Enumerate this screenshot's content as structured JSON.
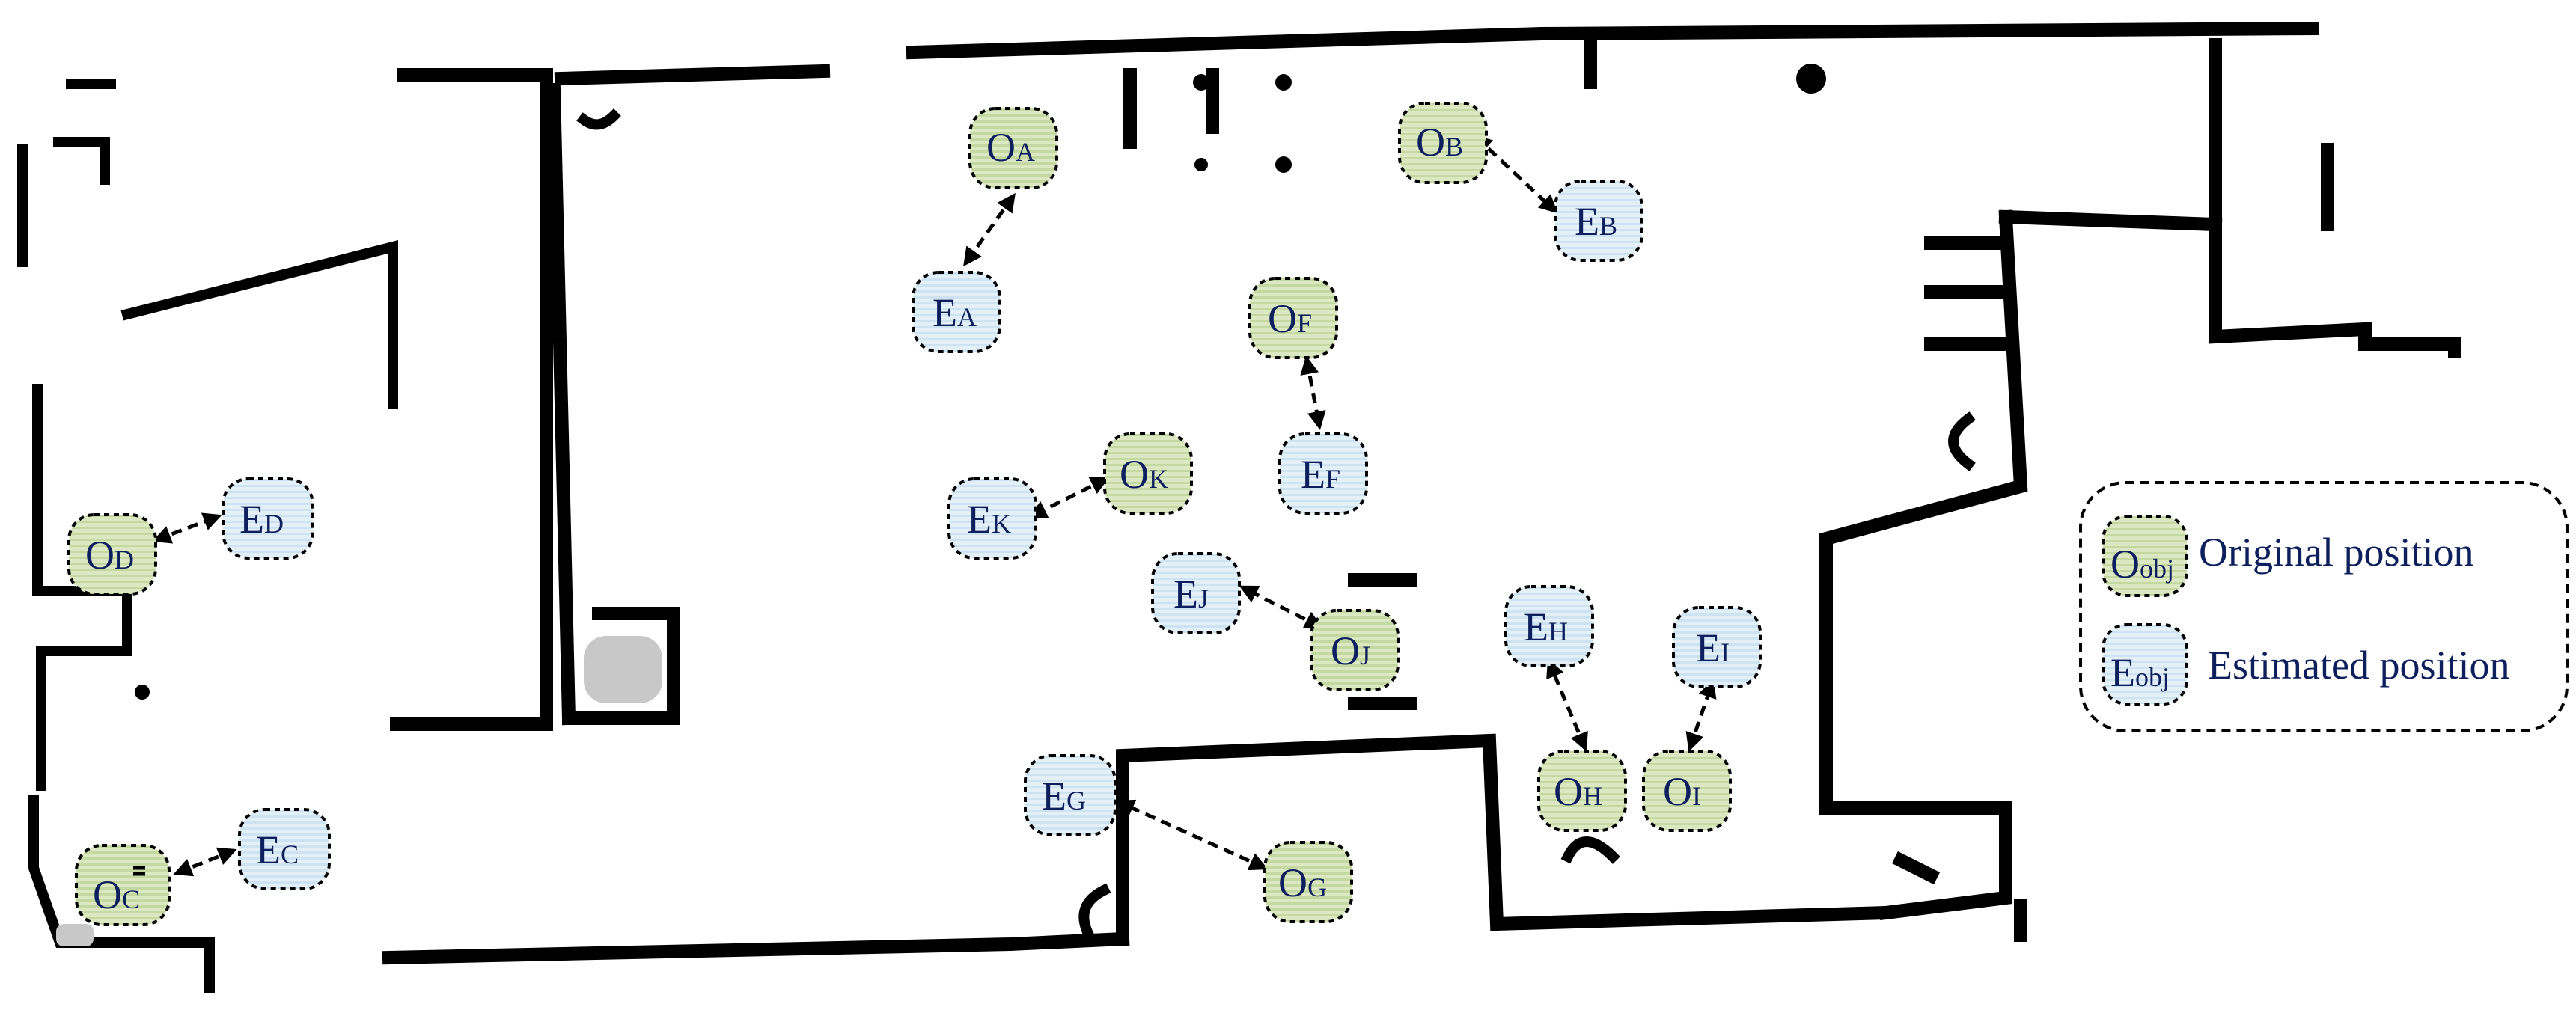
{
  "colors": {
    "original_fill": "#dbe8c2",
    "estimated_fill": "#dcebf5",
    "label_text": "#0d1f5c",
    "wall": "#000000"
  },
  "nodes": [
    {
      "id": "OA",
      "kind": "original",
      "main": "O",
      "sub": "A"
    },
    {
      "id": "EA",
      "kind": "estimated",
      "main": "E",
      "sub": "A"
    },
    {
      "id": "OB",
      "kind": "original",
      "main": "O",
      "sub": "B"
    },
    {
      "id": "EB",
      "kind": "estimated",
      "main": "E",
      "sub": "B"
    },
    {
      "id": "OC",
      "kind": "original",
      "main": "O",
      "sub": "C"
    },
    {
      "id": "EC",
      "kind": "estimated",
      "main": "E",
      "sub": "C"
    },
    {
      "id": "OD",
      "kind": "original",
      "main": "O",
      "sub": "D"
    },
    {
      "id": "ED",
      "kind": "estimated",
      "main": "E",
      "sub": "D"
    },
    {
      "id": "OF",
      "kind": "original",
      "main": "O",
      "sub": "F"
    },
    {
      "id": "EF",
      "kind": "estimated",
      "main": "E",
      "sub": "F"
    },
    {
      "id": "OG",
      "kind": "original",
      "main": "O",
      "sub": "G"
    },
    {
      "id": "EG",
      "kind": "estimated",
      "main": "E",
      "sub": "G"
    },
    {
      "id": "OH",
      "kind": "original",
      "main": "O",
      "sub": "H"
    },
    {
      "id": "EH",
      "kind": "estimated",
      "main": "E",
      "sub": "H"
    },
    {
      "id": "OI",
      "kind": "original",
      "main": "O",
      "sub": "I"
    },
    {
      "id": "EI",
      "kind": "estimated",
      "main": "E",
      "sub": "I"
    },
    {
      "id": "OJ",
      "kind": "original",
      "main": "O",
      "sub": "J"
    },
    {
      "id": "EJ",
      "kind": "estimated",
      "main": "E",
      "sub": "J"
    },
    {
      "id": "OK",
      "kind": "original",
      "main": "O",
      "sub": "K"
    },
    {
      "id": "EK",
      "kind": "estimated",
      "main": "E",
      "sub": "K"
    }
  ],
  "pairs": [
    {
      "from": "OA",
      "to": "EA"
    },
    {
      "from": "OB",
      "to": "EB"
    },
    {
      "from": "OC",
      "to": "EC"
    },
    {
      "from": "OD",
      "to": "ED"
    },
    {
      "from": "OF",
      "to": "EF"
    },
    {
      "from": "OG",
      "to": "EG"
    },
    {
      "from": "OH",
      "to": "EH"
    },
    {
      "from": "OI",
      "to": "EI"
    },
    {
      "from": "OJ",
      "to": "EJ"
    },
    {
      "from": "OK",
      "to": "EK"
    }
  ],
  "legend": {
    "original": {
      "main": "O",
      "sub": "obj",
      "label": "Original position"
    },
    "estimated": {
      "main": "E",
      "sub": "obj",
      "label": "Estimated position"
    }
  }
}
